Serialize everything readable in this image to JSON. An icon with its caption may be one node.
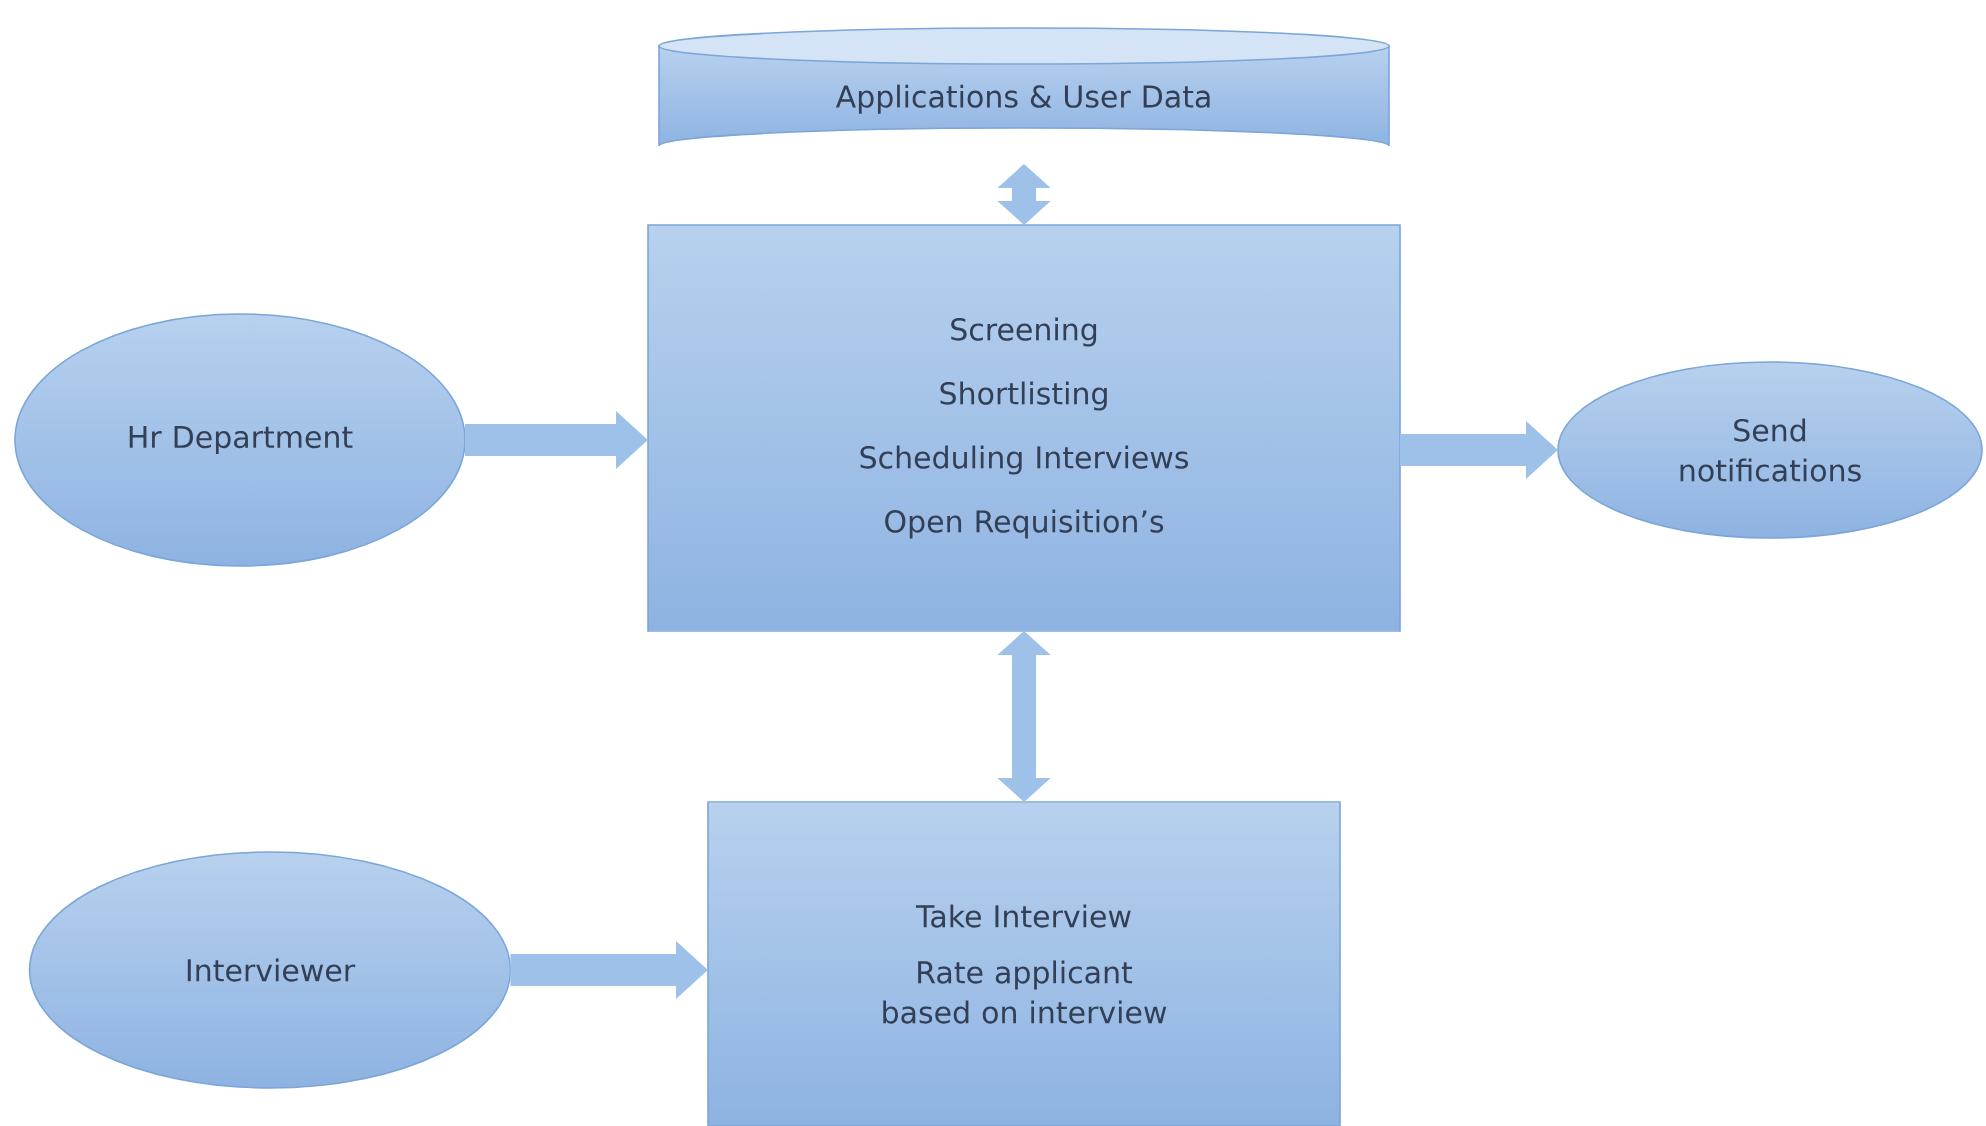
{
  "diagram": {
    "nodes": [
      {
        "text": [
          "Applications & User Data"
        ]
      },
      {
        "text": [
          "Screening",
          "Shortlisting",
          "Scheduling Interviews",
          "Open Requisition’s"
        ]
      },
      {
        "text": [
          "Hr Department"
        ]
      },
      {
        "text": [
          "Send notifications"
        ]
      },
      {
        "text": [
          "Interviewer"
        ]
      },
      {
        "text": [
          "Take Interview",
          "Rate applicant based on interview"
        ]
      }
    ],
    "edges": [
      {
        "from": 1,
        "to": 0,
        "arrow": "both"
      },
      {
        "from": 2,
        "to": 1,
        "arrow": "to"
      },
      {
        "from": 1,
        "to": 3,
        "arrow": "to"
      },
      {
        "from": 1,
        "to": 5,
        "arrow": "both"
      },
      {
        "from": 4,
        "to": 5,
        "arrow": "to"
      }
    ]
  }
}
